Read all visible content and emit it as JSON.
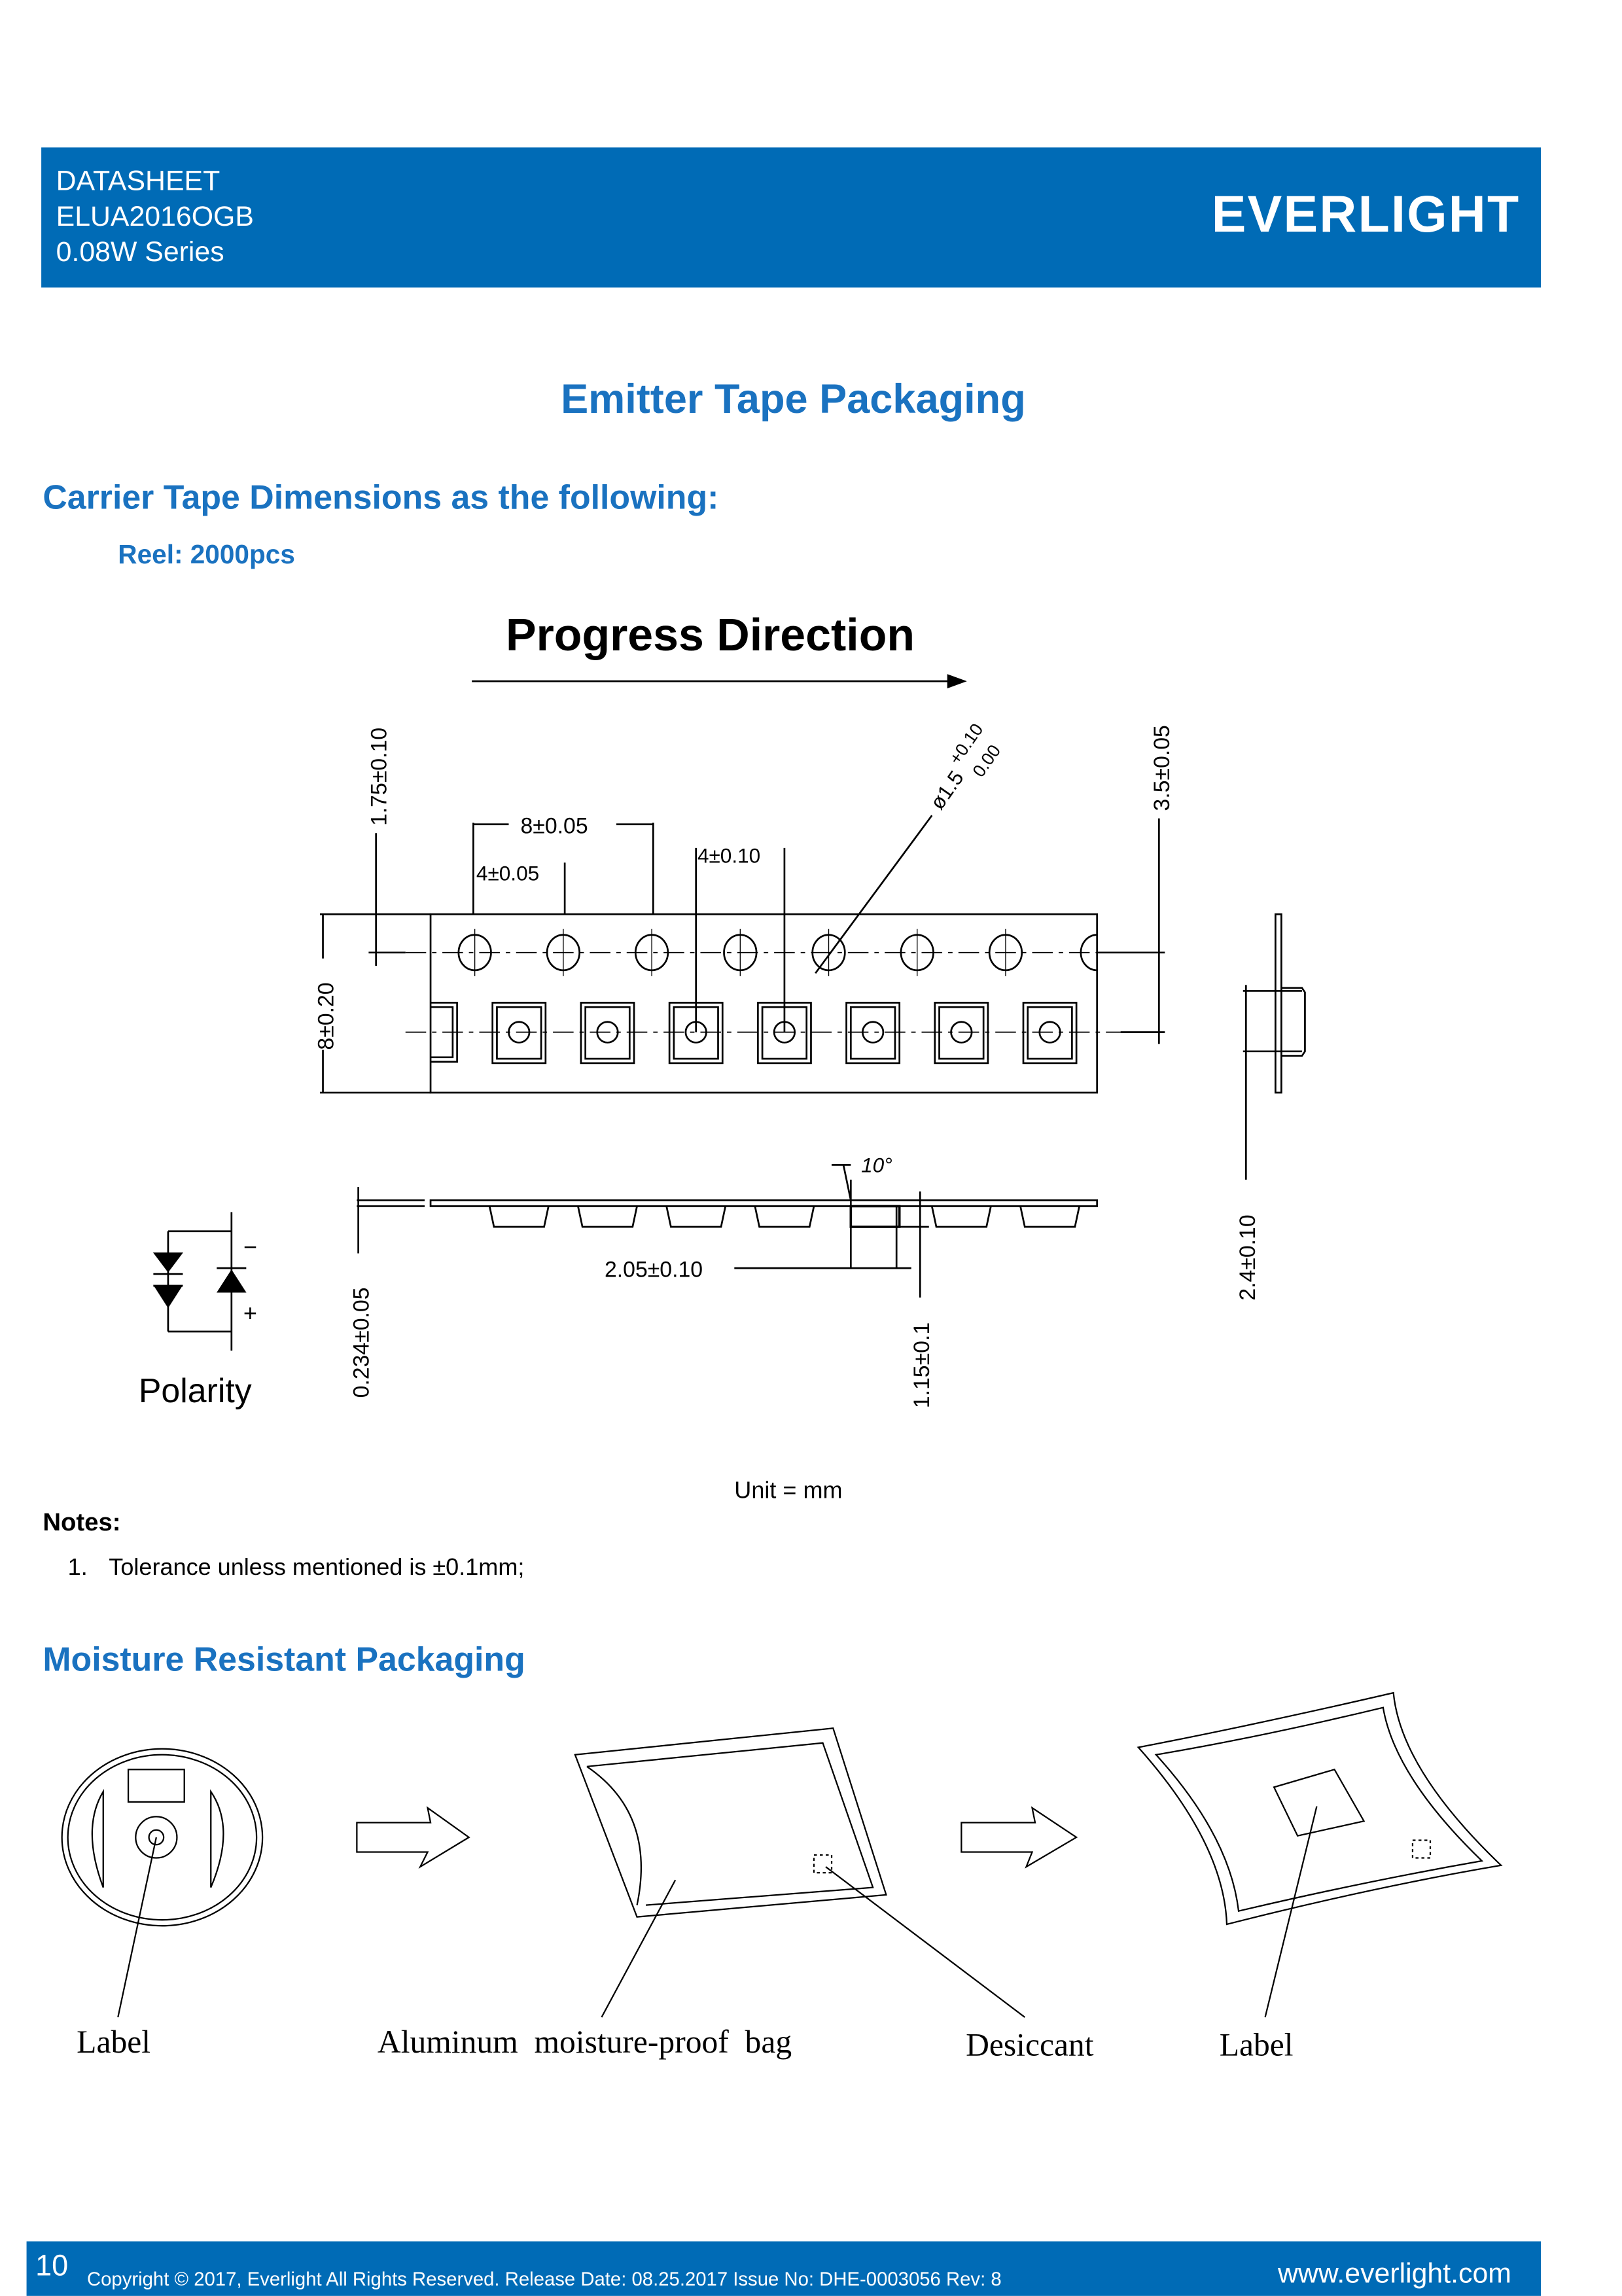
{
  "header": {
    "line1": "DATASHEET",
    "line2": "ELUA2016OGB",
    "line3": "0.08W Series",
    "logo": "EVERLIGHT"
  },
  "page_title": "Emitter Tape Packaging",
  "carrier": {
    "heading": "Carrier Tape Dimensions as the following:",
    "reel": "Reel: 2000pcs"
  },
  "diagram": {
    "progress": "Progress Direction",
    "dims": {
      "d175": "1.75±0.10",
      "d8pitch": "8±0.05",
      "d4a": "4±0.05",
      "d4b": "4±0.10",
      "hole": "ø1.5",
      "hole_tol_plus": "+0.10",
      "hole_tol_minus": "0.00",
      "d35": "3.5±0.05",
      "d8w": "8±0.20",
      "angle": "10°",
      "d205": "2.05±0.10",
      "d0234": "0.234±0.05",
      "d115": "1.15±0.1",
      "d24": "2.4±0.10"
    },
    "polarity": "Polarity",
    "minus": "−",
    "plus": "+",
    "unit": "Unit = mm"
  },
  "notes": {
    "title": "Notes:",
    "items": [
      {
        "num": "1.",
        "text": "Tolerance unless mentioned is ±0.1mm;"
      }
    ]
  },
  "moisture": {
    "heading": "Moisture Resistant Packaging",
    "labels": {
      "label1": "Label",
      "bag": "Aluminum  moisture-proof  bag",
      "desiccant": "Desiccant",
      "label2": "Label"
    }
  },
  "footer": {
    "page": "10",
    "copyright": "Copyright © 2017, Everlight All Rights Reserved. Release Date: 08.25.2017 Issue No: DHE-0003056 Rev: 8",
    "website": "www.everlight.com"
  }
}
